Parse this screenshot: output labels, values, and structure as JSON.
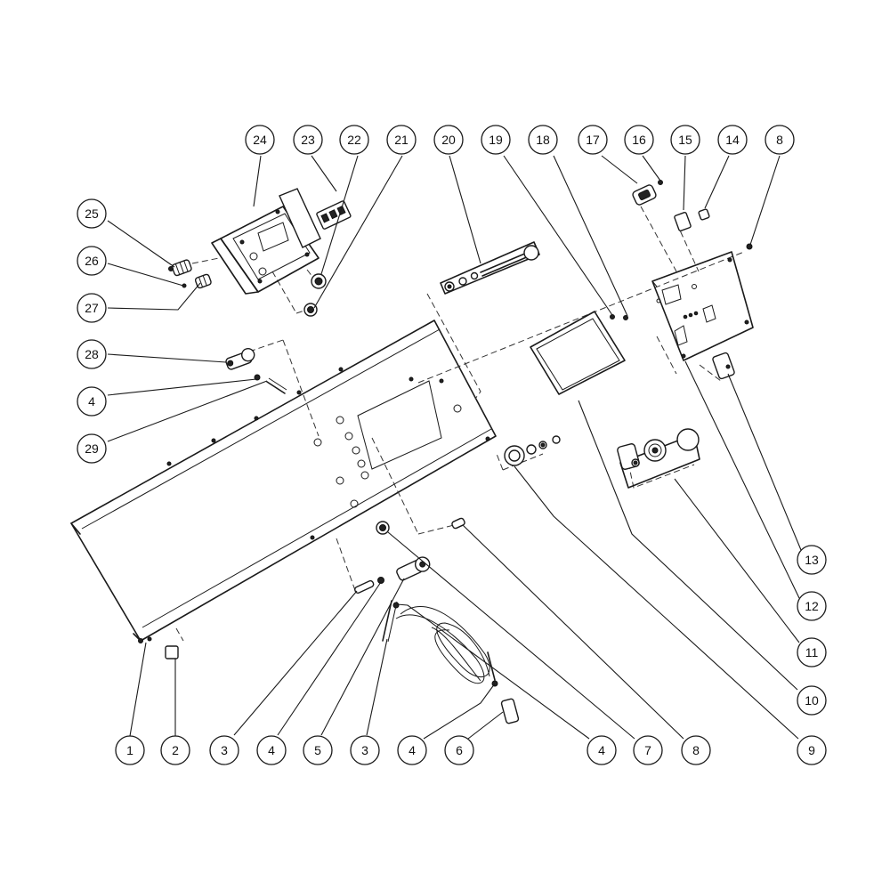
{
  "callouts": [
    {
      "id": "c1",
      "label": "1"
    },
    {
      "id": "c2",
      "label": "2"
    },
    {
      "id": "c3a",
      "label": "3"
    },
    {
      "id": "c4a",
      "label": "4"
    },
    {
      "id": "c5",
      "label": "5"
    },
    {
      "id": "c3b",
      "label": "3"
    },
    {
      "id": "c4b",
      "label": "4"
    },
    {
      "id": "c6",
      "label": "6"
    },
    {
      "id": "c4c",
      "label": "4"
    },
    {
      "id": "c7",
      "label": "7"
    },
    {
      "id": "c8a",
      "label": "8"
    },
    {
      "id": "c9",
      "label": "9"
    },
    {
      "id": "c10",
      "label": "10"
    },
    {
      "id": "c11",
      "label": "11"
    },
    {
      "id": "c12",
      "label": "12"
    },
    {
      "id": "c13",
      "label": "13"
    },
    {
      "id": "c8b",
      "label": "8"
    },
    {
      "id": "c14",
      "label": "14"
    },
    {
      "id": "c15",
      "label": "15"
    },
    {
      "id": "c16",
      "label": "16"
    },
    {
      "id": "c17",
      "label": "17"
    },
    {
      "id": "c18",
      "label": "18"
    },
    {
      "id": "c19",
      "label": "19"
    },
    {
      "id": "c20",
      "label": "20"
    },
    {
      "id": "c21",
      "label": "21"
    },
    {
      "id": "c22",
      "label": "22"
    },
    {
      "id": "c23",
      "label": "23"
    },
    {
      "id": "c24",
      "label": "24"
    },
    {
      "id": "c25",
      "label": "25"
    },
    {
      "id": "c26",
      "label": "26"
    },
    {
      "id": "c27",
      "label": "27"
    },
    {
      "id": "c28",
      "label": "28"
    },
    {
      "id": "c4d",
      "label": "4"
    },
    {
      "id": "c29",
      "label": "29"
    }
  ]
}
